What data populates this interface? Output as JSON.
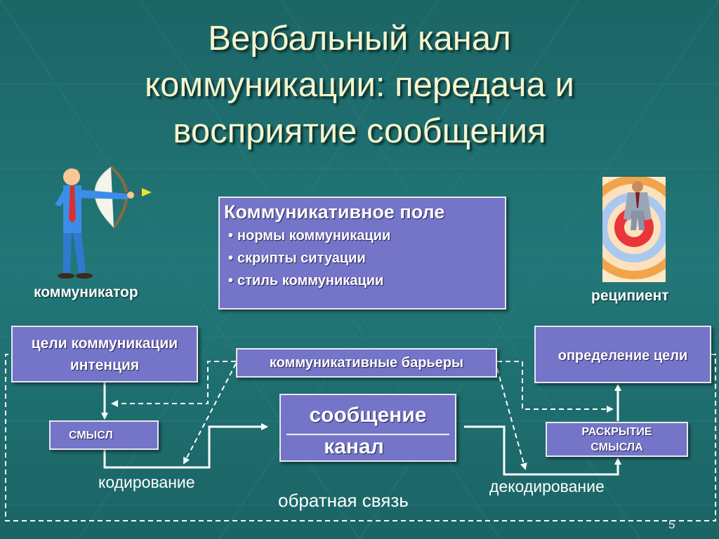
{
  "title_lines": [
    "Вербальный канал",
    "коммуникации: передача и",
    "восприятие сообщения"
  ],
  "communicator_label": "коммуникатор",
  "recipient_label": "реципиент",
  "communicative_field": {
    "title": "Коммуникативное поле",
    "items": [
      "нормы коммуникации",
      "скрипты ситуации",
      "стиль коммуникации"
    ]
  },
  "goals_box": {
    "line1": "цели коммуникации",
    "line2": "интенция"
  },
  "barriers_box": "коммуникативные барьеры",
  "goal_definition_box": "определение цели",
  "meaning_box": "СМЫСЛ",
  "message_box": {
    "line1": "сообщение",
    "line2": "канал"
  },
  "reveal_box": {
    "line1": "РАСКРЫТИЕ",
    "line2": "СМЫСЛА"
  },
  "encoding_label": "кодирование",
  "decoding_label": "декодирование",
  "feedback_label": "обратная связь",
  "page_number": "5",
  "colors": {
    "background": "#1f6f70",
    "box": "#7474c8",
    "title": "#f5f5cc"
  },
  "icons": [
    "archer-figure-icon",
    "target-businessman-icon"
  ]
}
